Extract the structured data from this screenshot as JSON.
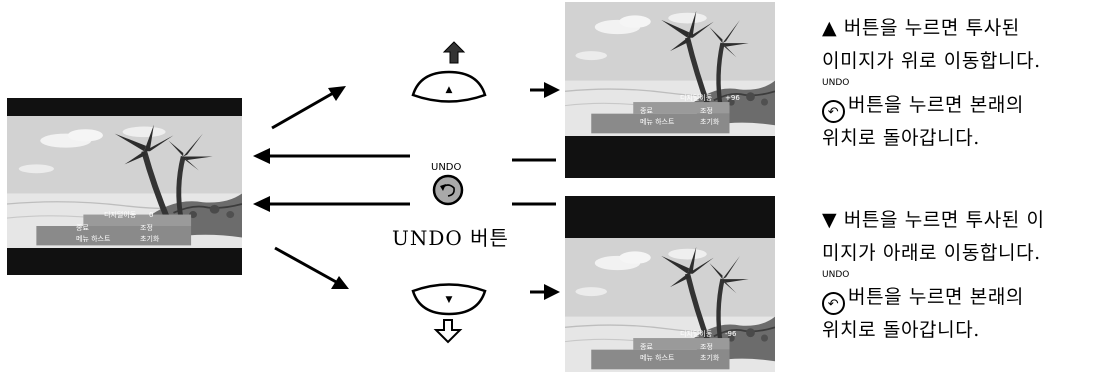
{
  "center": {
    "undo_tag": "UNDO",
    "undo_button_label": "UNDO 버튼",
    "up_key_symbol": "▲",
    "down_key_symbol": "▼"
  },
  "osd": {
    "title": "디지털이동",
    "value_left": "0",
    "value_up": "+96",
    "value_down": "-96",
    "item_end": "종료",
    "item_adjust": "조정",
    "item_menu": "메뉴 하스트",
    "item_reset": "초기화"
  },
  "top_text": {
    "line1": "▲ 버튼을 누르면 투사된",
    "line2": "이미지가 위로 이동합니다.",
    "undo": "UNDO",
    "line3": "버튼을 누르면 본래의",
    "line4": "위치로 돌아갑니다."
  },
  "bottom_text": {
    "line1": "▼ 버튼을 누르면 투사된 이",
    "line2": "미지가 아래로 이동합니다.",
    "undo": "UNDO",
    "line3": "버튼을 누르면 본래의",
    "line4": "위치로 돌아갑니다."
  },
  "colors": {
    "sky": "#c9c9c9",
    "sea": "#e4e4e4",
    "dark": "#1a1a1a",
    "panel": "#8a8a8a"
  }
}
